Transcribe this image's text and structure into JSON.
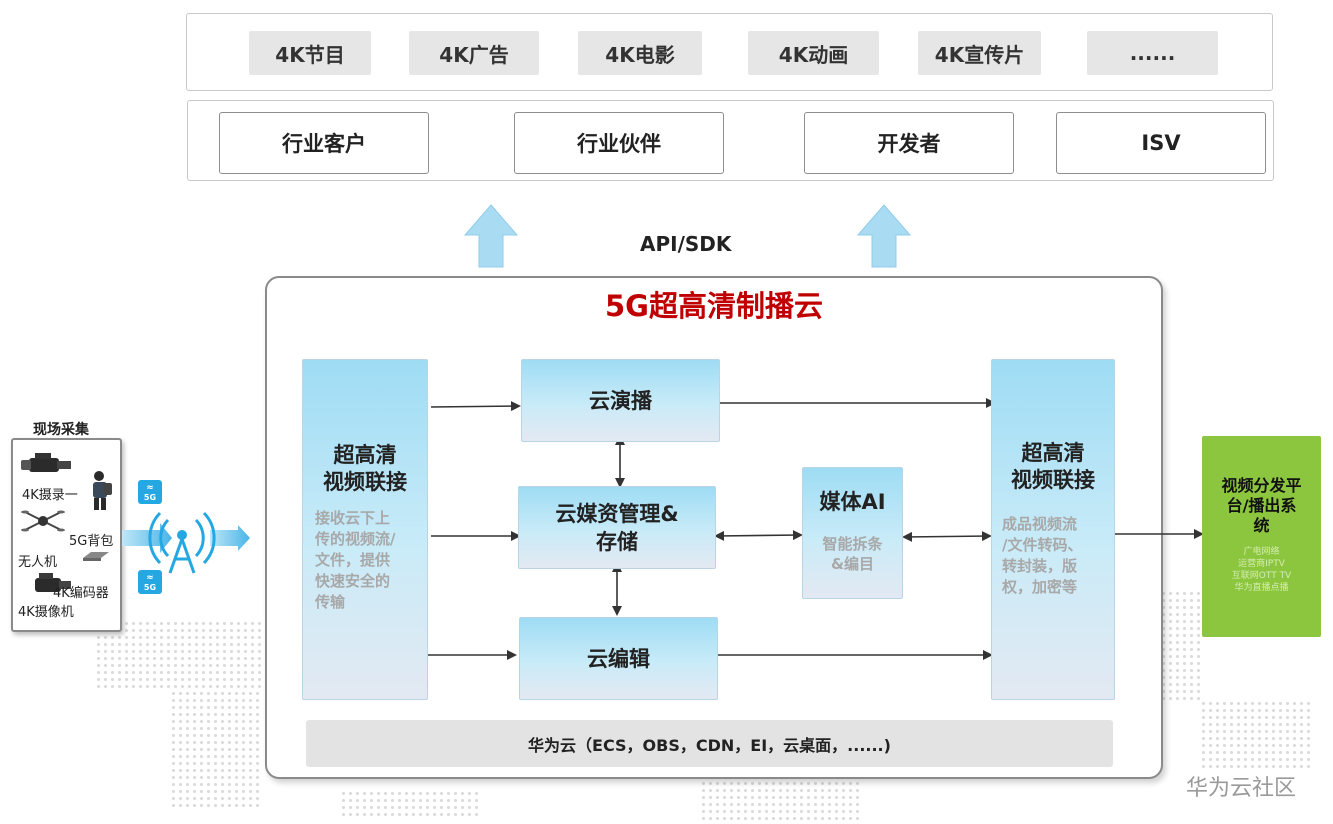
{
  "top_products": [
    "4K节目",
    "4K广告",
    "4K电影",
    "4K动画",
    "4K宣传片",
    "......"
  ],
  "audiences": [
    "行业客户",
    "行业伙伴",
    "开发者",
    "ISV"
  ],
  "api_label": "API/SDK",
  "cloud": {
    "title": "5G超高清制播云",
    "ingest": {
      "title": "超高清\n视频联接",
      "desc": "接收云下上\n传的视频流/\n文件，提供\n快速安全的\n传输"
    },
    "broadcast": "云演播",
    "media_mgmt": "云媒资管理&\n存储",
    "editing": "云编辑",
    "media_ai": {
      "title": "媒体AI",
      "desc": "智能拆条\n&编目"
    },
    "egress": {
      "title": "超高清\n视频联接",
      "desc": "成品视频流\n/文件转码、\n转封装，版\n权，加密等"
    },
    "base": "华为云（ECS，OBS，CDN，EI，云桌面，......)"
  },
  "field": {
    "title": "现场采集",
    "items": [
      "4K摄录一",
      "5G背包",
      "无人机",
      "4K编码器",
      "4K摄像机"
    ],
    "badge": "5G"
  },
  "distribution": {
    "title": "视频分发平\n台/播出系\n统",
    "desc": "广电网络\n运营商IPTV\n互联网OTT TV\n华为直播点播"
  },
  "watermark": "华为云社区",
  "colors": {
    "accent_red": "#c00000",
    "green_panel": "#8cc63f",
    "blue_box": "#a8def5"
  }
}
